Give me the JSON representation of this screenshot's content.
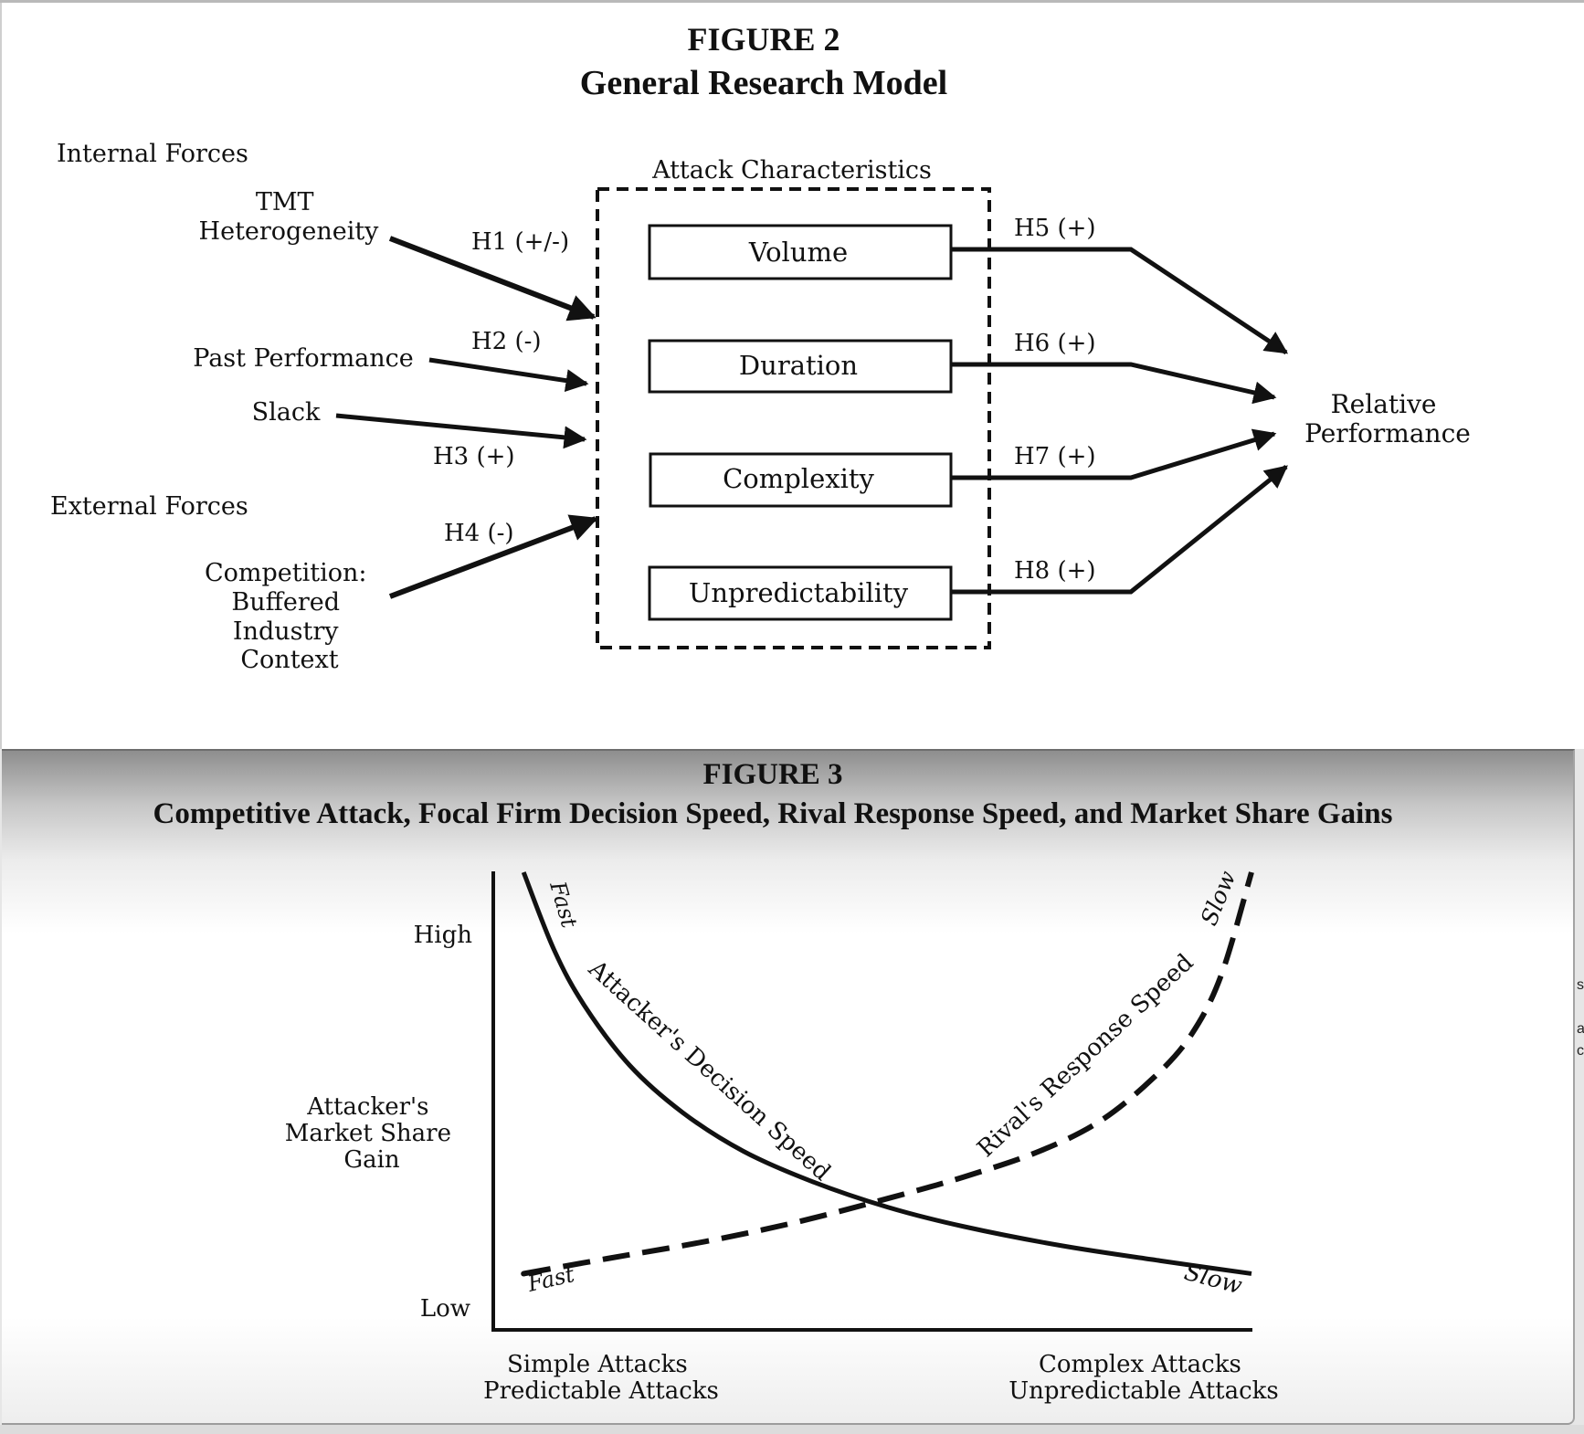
{
  "figure2": {
    "number": "FIGURE 2",
    "title": "General Research Model",
    "group_labels": {
      "internal": "Internal Forces",
      "external": "External Forces",
      "attack": "Attack Characteristics"
    },
    "antecedents": [
      {
        "lines": [
          "TMT",
          "Heterogeneity"
        ],
        "hypothesis": "H1 (+/-)"
      },
      {
        "lines": [
          "Past Performance"
        ],
        "hypothesis": "H2 (-)"
      },
      {
        "lines": [
          "Slack"
        ],
        "hypothesis": "H3 (+)"
      },
      {
        "lines": [
          "Competition:",
          "Buffered",
          "Industry",
          "Context"
        ],
        "hypothesis": "H4 (-)"
      }
    ],
    "characteristics": [
      {
        "label": "Volume",
        "hypothesis": "H5 (+)"
      },
      {
        "label": "Duration",
        "hypothesis": "H6 (+)"
      },
      {
        "label": "Complexity",
        "hypothesis": "H7 (+)"
      },
      {
        "label": "Unpredictability",
        "hypothesis": "H8 (+)"
      }
    ],
    "outcome": [
      "Relative",
      "Performance"
    ]
  },
  "figure3": {
    "number": "FIGURE 3",
    "title": "Competitive Attack, Focal Firm Decision Speed, Rival Response Speed, and Market Share Gains",
    "chart_data": {
      "type": "line",
      "title": "Competitive Attack, Focal Firm Decision Speed, Rival Response Speed, and Market Share Gains",
      "ylabel": [
        "Attacker's",
        "Market Share",
        "Gain"
      ],
      "yticks": [
        "High",
        "Low"
      ],
      "xlabel_left": [
        "Simple Attacks",
        "Predictable Attacks"
      ],
      "xlabel_right": [
        "Complex Attacks",
        "Unpredictable Attacks"
      ],
      "xlim": [
        0,
        1
      ],
      "ylim": [
        0,
        1
      ],
      "grid": false,
      "series": [
        {
          "name": "Attacker's Decision Speed",
          "style": "solid",
          "start_label": "Fast",
          "end_label": "Slow",
          "x": [
            0.04,
            0.08,
            0.12,
            0.18,
            0.25,
            0.33,
            0.42,
            0.52,
            0.62,
            0.75,
            0.88,
            1.0
          ],
          "y": [
            1.0,
            0.82,
            0.69,
            0.55,
            0.44,
            0.35,
            0.28,
            0.22,
            0.175,
            0.13,
            0.095,
            0.065
          ]
        },
        {
          "name": "Rival's Response Speed",
          "style": "dashed",
          "start_label": "Fast",
          "end_label": "Slow",
          "x": [
            0.04,
            0.15,
            0.28,
            0.4,
            0.52,
            0.62,
            0.72,
            0.8,
            0.87,
            0.92,
            0.96,
            1.0
          ],
          "y": [
            0.065,
            0.1,
            0.14,
            0.185,
            0.24,
            0.29,
            0.35,
            0.42,
            0.52,
            0.62,
            0.76,
            1.0
          ]
        }
      ]
    }
  }
}
